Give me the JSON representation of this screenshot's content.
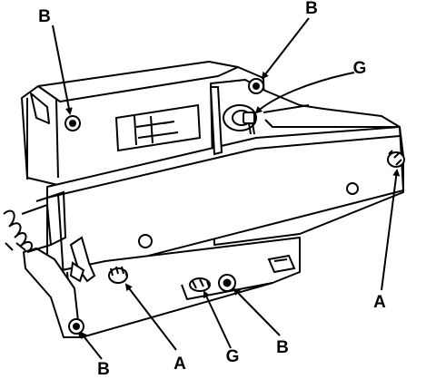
{
  "colors": {
    "ink": "#000000",
    "paper": "#ffffff"
  },
  "callouts": [
    {
      "id": "b-top-left",
      "text": "B"
    },
    {
      "id": "b-top-right",
      "text": "B"
    },
    {
      "id": "g-top",
      "text": "G"
    },
    {
      "id": "a-right",
      "text": "A"
    },
    {
      "id": "b-bottom-left",
      "text": "B"
    },
    {
      "id": "a-bottom",
      "text": "A"
    },
    {
      "id": "g-bottom",
      "text": "G"
    },
    {
      "id": "b-bottom-right",
      "text": "B"
    }
  ]
}
